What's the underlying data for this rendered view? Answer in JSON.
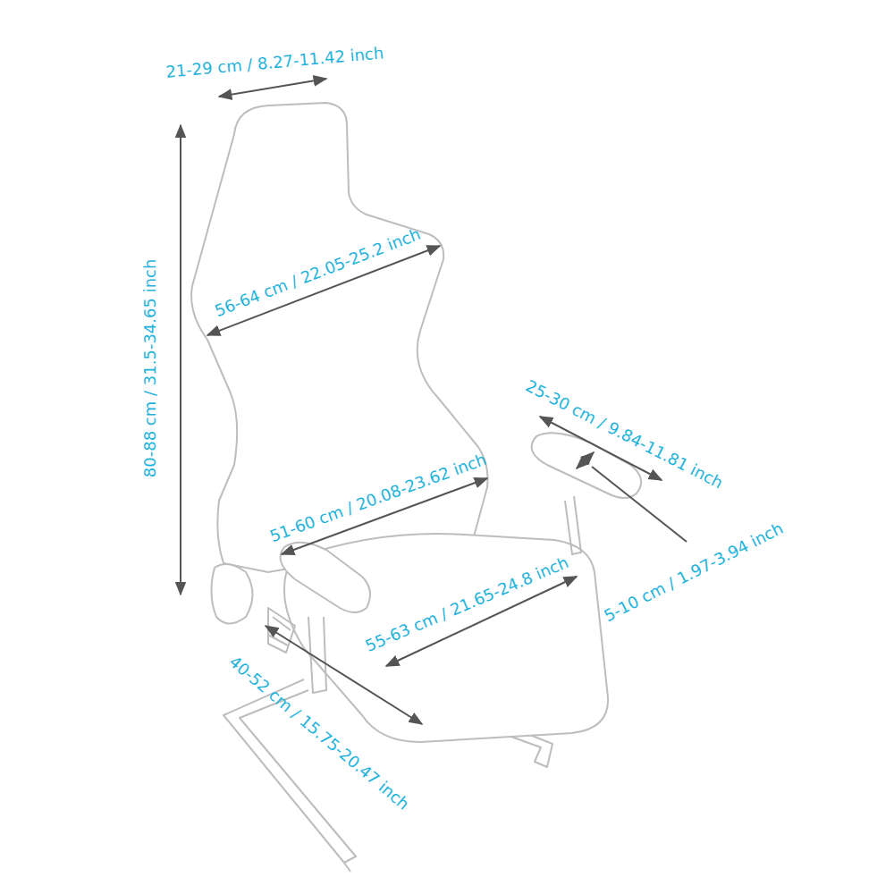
{
  "diagram": {
    "labels": [
      "21-29 cm / 8.27-11.42 inch",
      "80-88 cm / 31.5-34.65 inch",
      "56-64 cm / 22.05-25.2 inch",
      "25-30 cm / 9.84-11.81 inch",
      "51-60 cm / 20.08-23.62 inch",
      "5-10 cm / 1.97-3.94 inch",
      "55-63 cm / 21.65-24.8 inch",
      "40-52 cm / 15.75-20.47 inch"
    ]
  }
}
